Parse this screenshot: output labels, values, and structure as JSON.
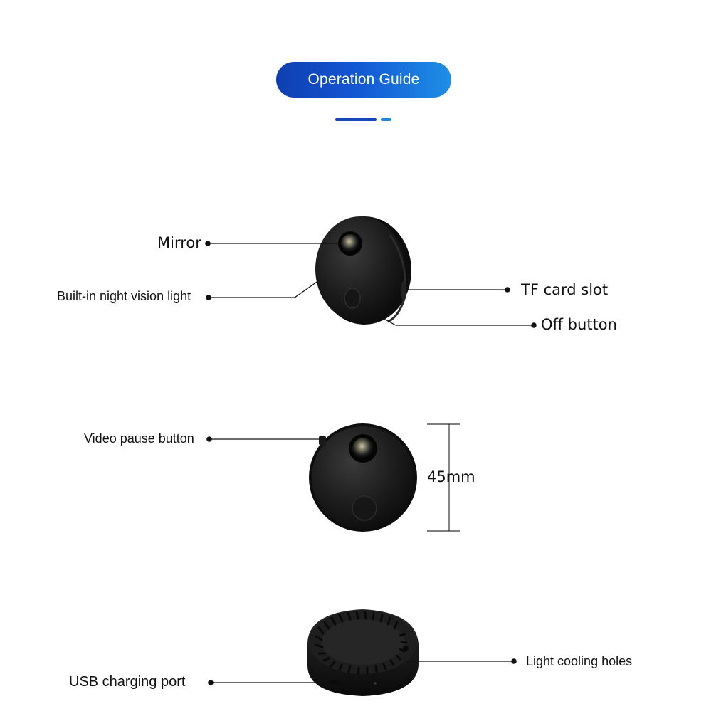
{
  "header": {
    "title": "Operation Guide"
  },
  "callouts": {
    "mirror": "Mirror",
    "night_light": "Built-in night vision light",
    "tf_card": "TF card slot",
    "off_button": "Off button",
    "video_pause": "Video pause button",
    "dimension": "45mm",
    "cooling_holes": "Light cooling holes",
    "usb_port": "USB charging port"
  },
  "colors": {
    "accent_start": "#0f3fb0",
    "accent_end": "#1e8fe6",
    "device_body": "#1a1a1a",
    "leader_line": "#111111"
  },
  "icons": {
    "dot": "filled-circle"
  }
}
